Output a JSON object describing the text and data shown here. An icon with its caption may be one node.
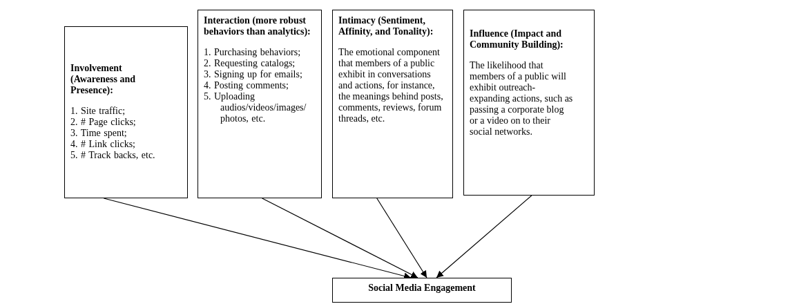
{
  "diagram": {
    "nodes": [
      {
        "text": [
          "Involvement (Awareness and Presence):",
          "1. Site traffic;",
          "2. # Page clicks;",
          "3. Time spent;",
          "4. # Link clicks;",
          "5. # Track backs, etc."
        ]
      },
      {
        "text": [
          "Interaction (more robust behaviors than analytics):",
          "1. Purchasing behaviors;",
          "2. Requesting catalogs;",
          "3. Signing up for emails;",
          "4. Posting comments;",
          "5. Uploading audios/videos/images/ photos, etc."
        ]
      },
      {
        "text": [
          "Intimacy (Sentiment, Affinity, and Tonality):",
          "The emotional component that members of a public exhibit in conversations and actions, for instance, the meanings behind posts, comments, reviews, forum threads, etc."
        ]
      },
      {
        "text": [
          "Influence (Impact and Community Building):",
          "The likelihood that members of a public will exhibit outreach-expanding actions, such as passing a corporate blog or a video on to their social networks."
        ]
      },
      {
        "text": [
          "Social Media Engagement"
        ]
      }
    ],
    "edges": [
      {
        "from": 0,
        "to": 4,
        "arrow": "to"
      },
      {
        "from": 1,
        "to": 4,
        "arrow": "to"
      },
      {
        "from": 2,
        "to": 4,
        "arrow": "to"
      },
      {
        "from": 3,
        "to": 4,
        "arrow": "to"
      }
    ]
  }
}
